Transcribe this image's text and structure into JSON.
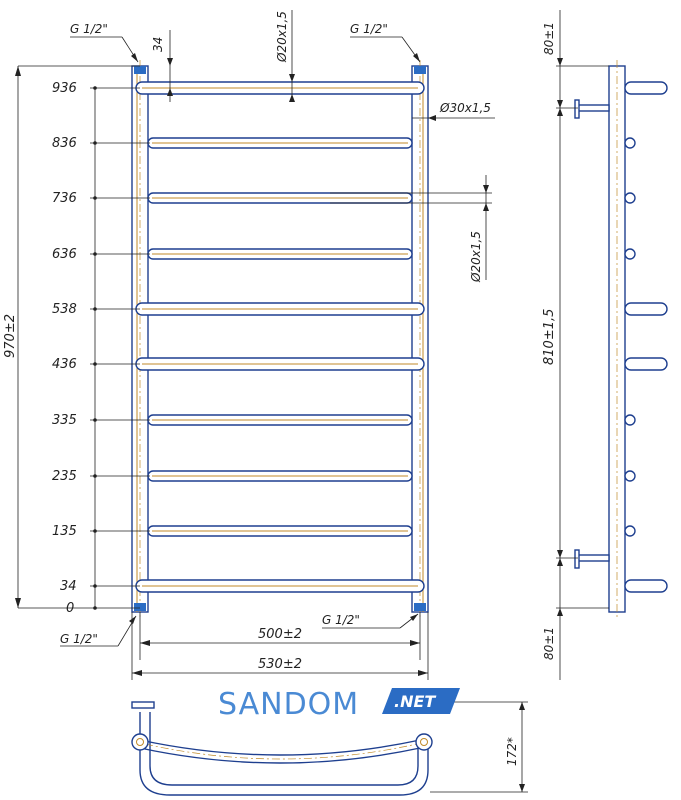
{
  "front_view": {
    "rung_levels": [
      "936",
      "836",
      "736",
      "636",
      "538",
      "436",
      "335",
      "235",
      "135",
      "34",
      "0"
    ],
    "thread_top_left": "G 1/2\"",
    "thread_top_right": "G 1/2\"",
    "thread_bottom_left": "G 1/2\"",
    "thread_bottom_right": "G 1/2\"",
    "offset_top": "34",
    "rung_diameter_top": "Ø20x1,5",
    "side_tube_diameter": "Ø30x1,5",
    "rung_diameter_side": "Ø20x1,5",
    "overall_height": "970±2",
    "center_width": "500±2",
    "overall_width": "530±2"
  },
  "side_view": {
    "top_offset": "80±1",
    "center_height": "810±1,5",
    "bottom_offset": "80±1"
  },
  "top_view": {
    "depth": "172*"
  },
  "brand": {
    "name": "SANDOM",
    "suffix": ".NET"
  }
}
